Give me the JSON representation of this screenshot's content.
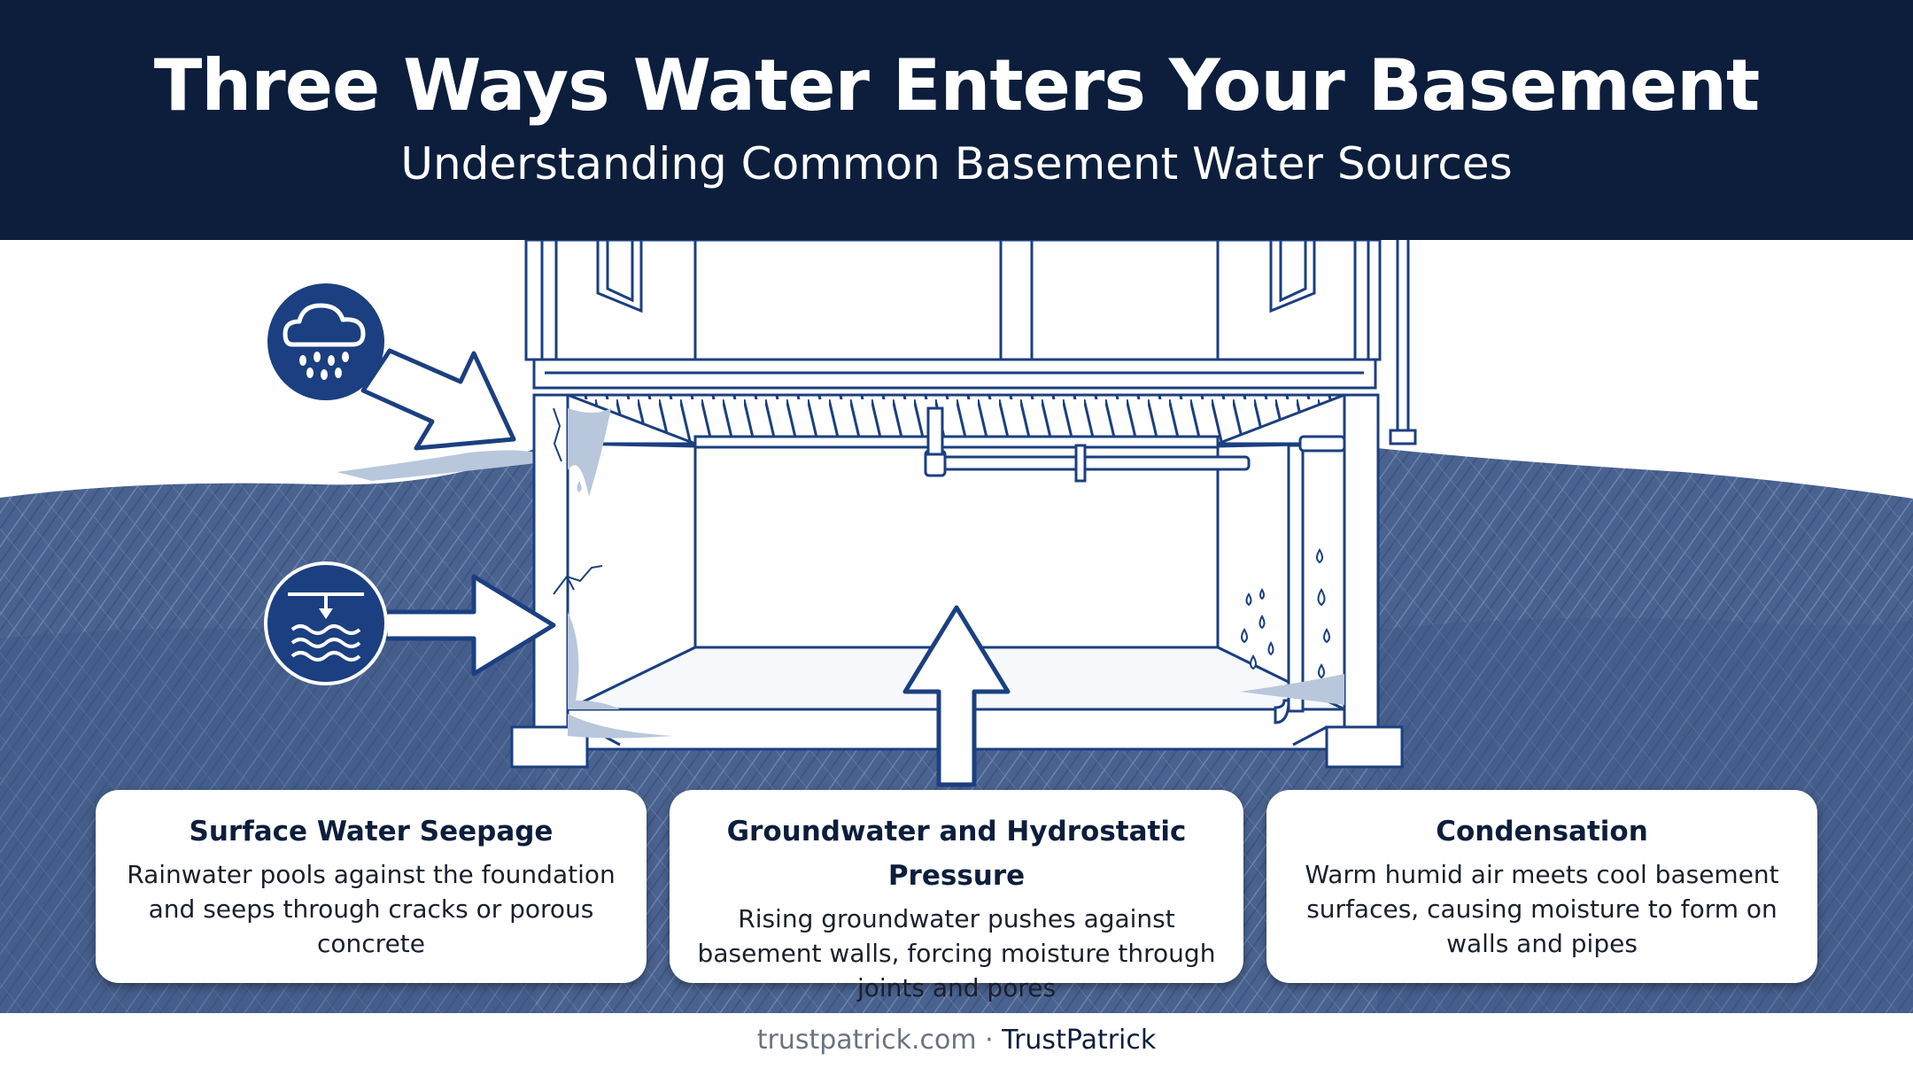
{
  "header": {
    "title": "Three Ways Water Enters Your Basement",
    "subtitle": "Understanding Common Basement Water Sources"
  },
  "icons": {
    "rain": "rain-cloud-icon",
    "groundwater": "water-level-icon"
  },
  "colors": {
    "navy": "#0c1e3c",
    "brand_blue": "#1b3f80",
    "soil": "#4a628f",
    "soil_light": "#5f76a3",
    "water_stain": "#b9c7dc"
  },
  "cards": [
    {
      "title": "Surface Water Seepage",
      "body": "Rainwater pools against the foundation and seeps through cracks or porous concrete"
    },
    {
      "title": "Groundwater and Hydrostatic Pressure",
      "body": "Rising groundwater pushes against basement walls, forcing moisture through joints and pores"
    },
    {
      "title": "Condensation",
      "body": "Warm humid air meets cool basement surfaces, causing moisture to form on walls and pipes"
    }
  ],
  "footer": {
    "domain": "trustpatrick.com",
    "separator": " · ",
    "brand": "TrustPatrick"
  }
}
